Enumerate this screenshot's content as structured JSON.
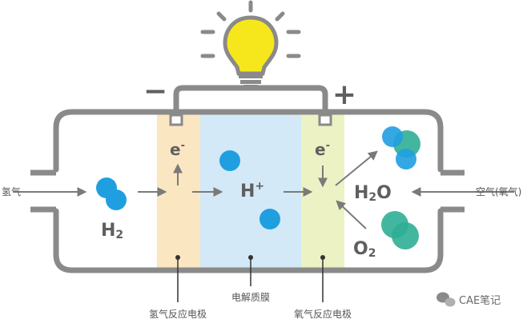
{
  "inputs": {
    "hydrogen_in": "氢气",
    "air_in": "空气(氧气)"
  },
  "terminals": {
    "negative": "−",
    "positive": "+"
  },
  "species": {
    "h2_main": "H",
    "h2_sub": "2",
    "h_plus_main": "H",
    "h_plus_sup": "+",
    "e_left_main": "e",
    "e_left_sup": "-",
    "e_right_main": "e",
    "e_right_sup": "-",
    "h2o_h": "H",
    "h2o_2": "2",
    "h2o_o": "O",
    "o2_main": "O",
    "o2_sub": "2"
  },
  "labels": {
    "anode": "氢气反应电极",
    "electrolyte": "电解质膜",
    "cathode": "氧气反应电极"
  },
  "watermark": {
    "text": "CAE笔记"
  },
  "colors": {
    "frame": "#8a8a8a",
    "anode_fill": "#fbe6c2",
    "electrolyte_fill": "#d3e9f7",
    "cathode_fill": "#ecf2c4",
    "hydrogen_atom": "#1f9fe0",
    "oxygen_atom": "#2fae95",
    "bulb": "#f6e71c"
  }
}
